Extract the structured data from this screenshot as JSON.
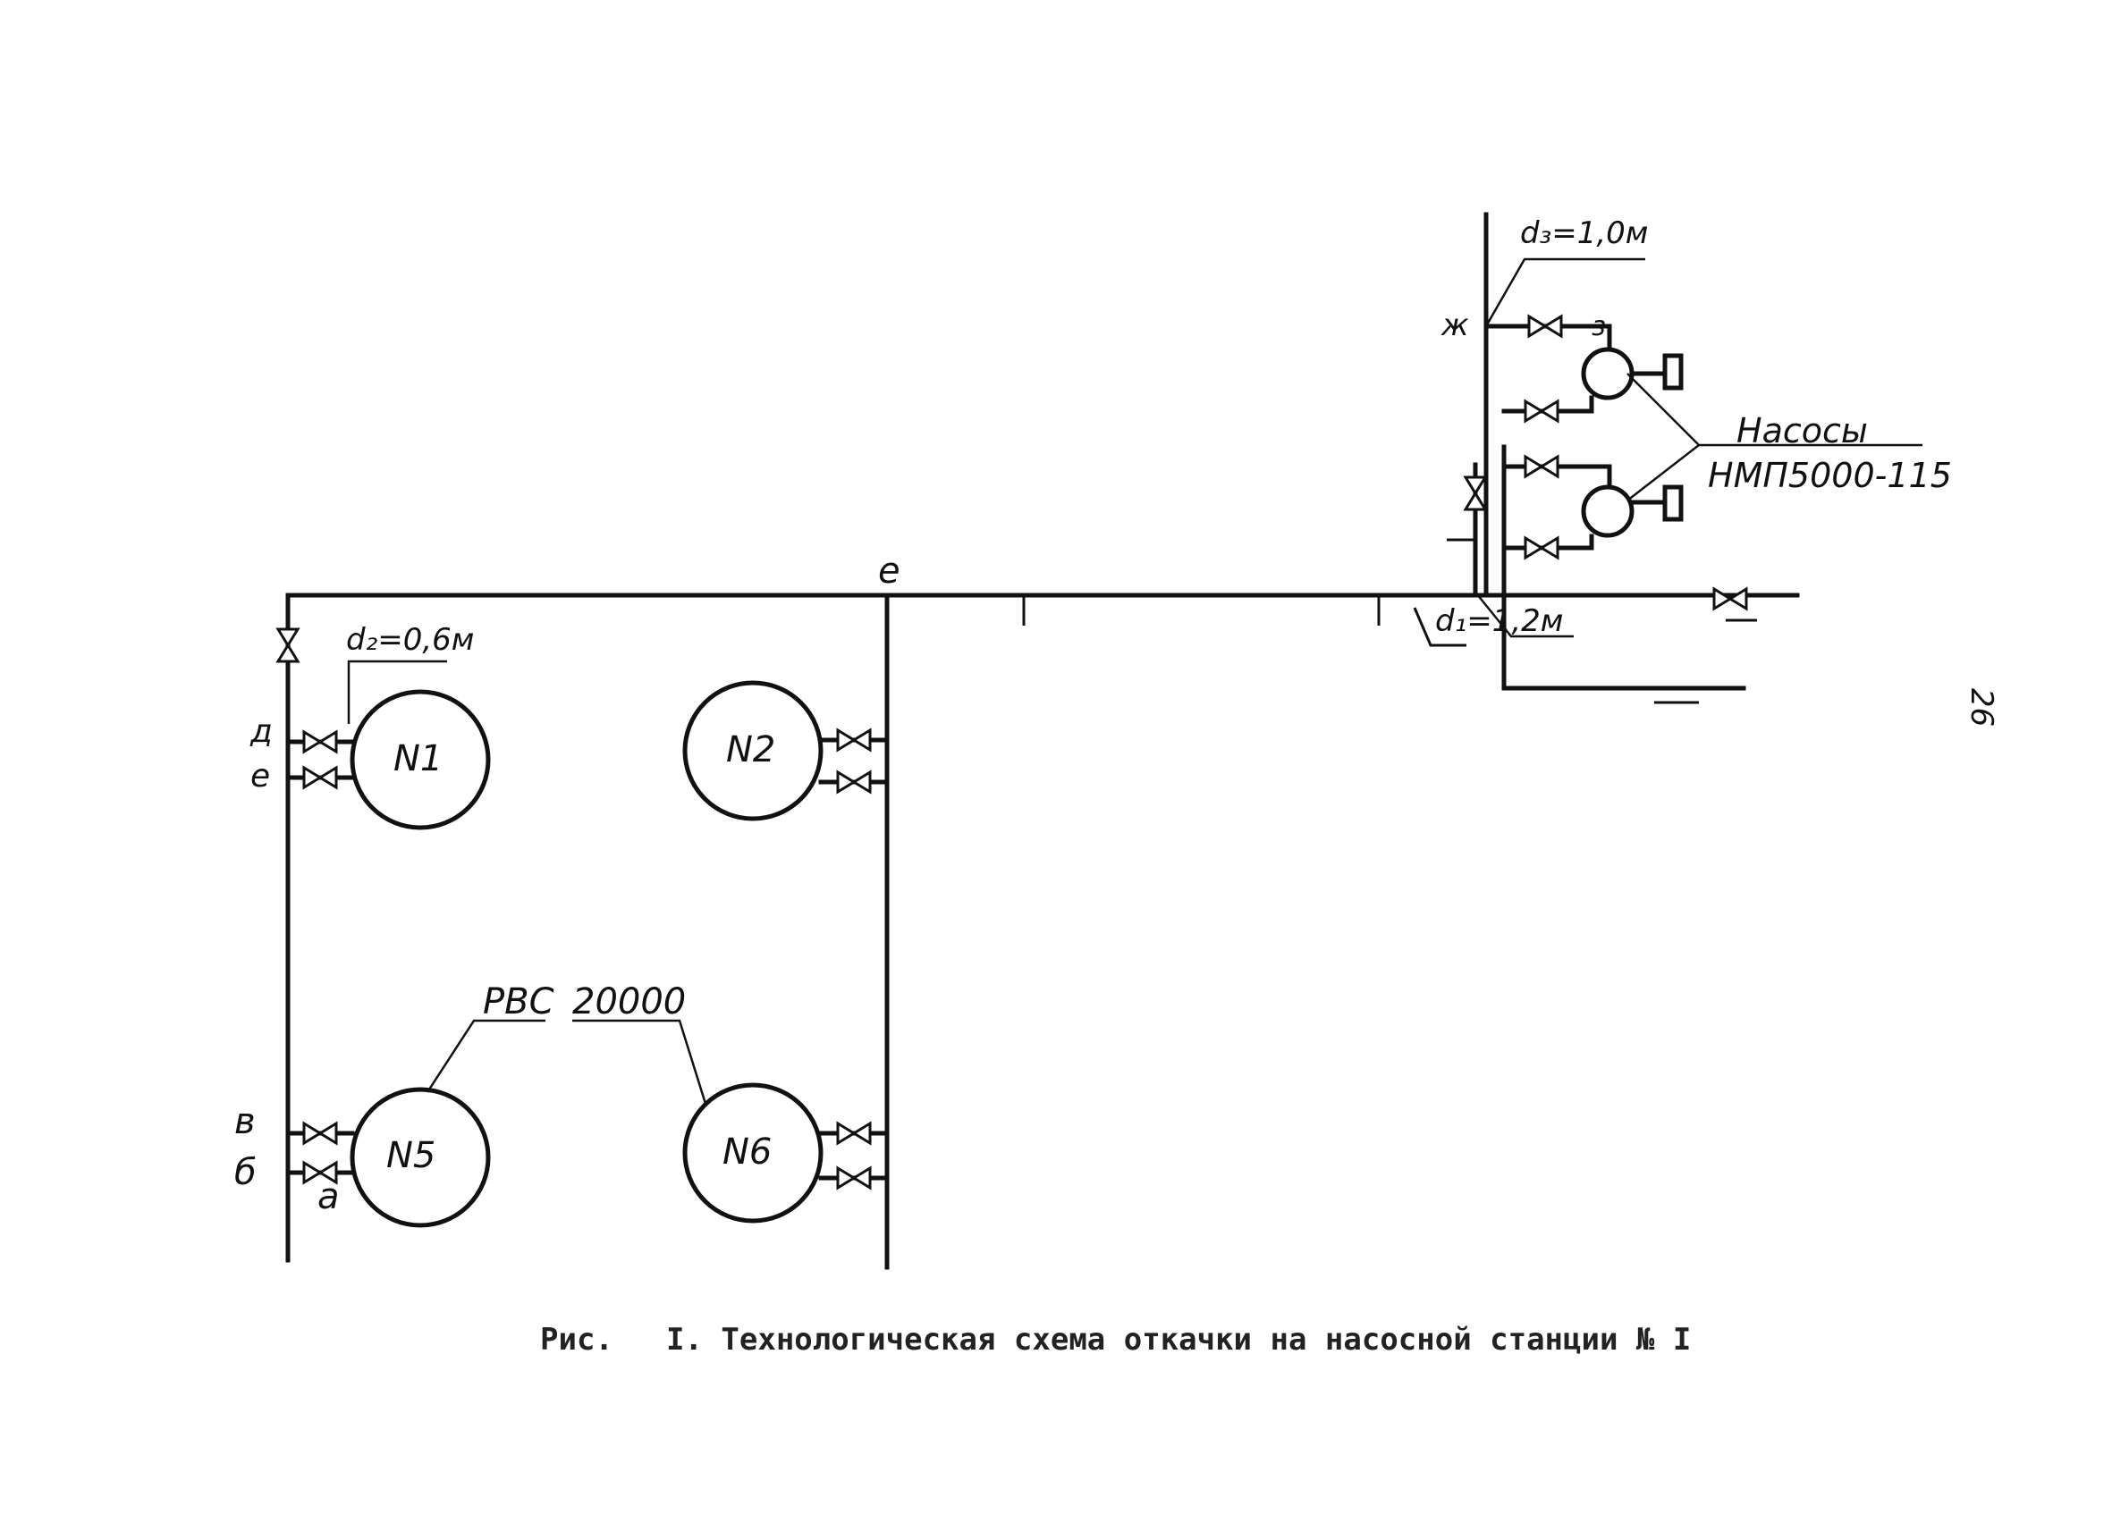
{
  "caption": {
    "prefix": "Рис.",
    "text": "I. Технологическая схема откачки на насосной станции № I"
  },
  "page_number": "26",
  "labels": {
    "main_node": "е",
    "d_branch": "d₂=0,6м",
    "d1": "d₁=1,2м",
    "d3": "d₃=1,0м",
    "node_zh": "ж",
    "node_z": "з",
    "node_d": "д",
    "node_e_left": "е",
    "node_v": "в",
    "node_b": "б",
    "node_a": "а",
    "pumps_title": "Насосы",
    "pumps_model": "НМП5000-115",
    "tank_type": "РВС",
    "tank_volume": "20000"
  },
  "tanks": [
    {
      "id": "N1",
      "label": "N1"
    },
    {
      "id": "N2",
      "label": "N2"
    },
    {
      "id": "N5",
      "label": "N5"
    },
    {
      "id": "N6",
      "label": "N6"
    }
  ]
}
